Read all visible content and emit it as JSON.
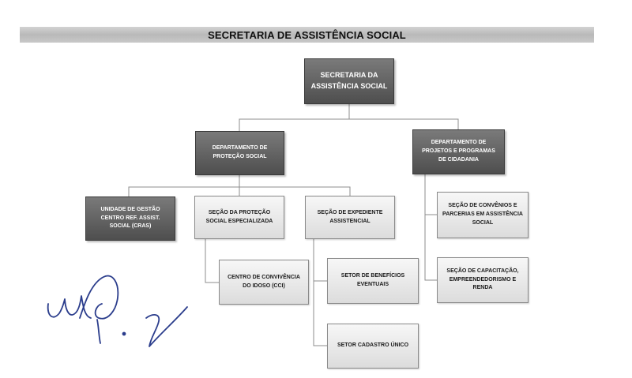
{
  "header": {
    "title": "SECRETARIA DE ASSISTÊNCIA SOCIAL"
  },
  "org_chart": {
    "root": {
      "label": "SECRETARIA DA ASSISTÊNCIA SOCIAL"
    },
    "departments": [
      {
        "label": "DEPARTAMENTO DE PROTEÇÃO SOCIAL",
        "units": [
          {
            "label": "UNIDADE DE GESTÃO CENTRO REF. ASSIST. SOCIAL (CRAS)"
          },
          {
            "label": "SEÇÃO DA PROTEÇÃO SOCIAL ESPECIALIZADA",
            "children": [
              {
                "label": "CENTRO DE CONVIVÊNCIA DO IDOSO (CCI)"
              }
            ]
          },
          {
            "label": "SEÇÃO DE EXPEDIENTE ASSISTENCIAL",
            "children": [
              {
                "label": "SETOR DE BENEFÍCIOS EVENTUAIS"
              },
              {
                "label": "SETOR CADASTRO ÚNICO"
              }
            ]
          }
        ]
      },
      {
        "label": "DEPARTAMENTO DE PROJETOS E PROGRAMAS DE CIDADANIA",
        "units": [
          {
            "label": "SEÇÃO DE CONVÊNIOS E PARCERIAS EM ASSISTÊNCIA SOCIAL"
          },
          {
            "label": "SEÇÃO DE CAPACITAÇÃO, EMPREENDEDORISMO E RENDA"
          }
        ]
      }
    ]
  },
  "colors": {
    "dark_box": "#5e5e5e",
    "light_box": "#e8e8e8",
    "connector": "#8c8c8c",
    "signature_ink": "#2b3d8c"
  },
  "signature_icon": "handwritten-signature"
}
